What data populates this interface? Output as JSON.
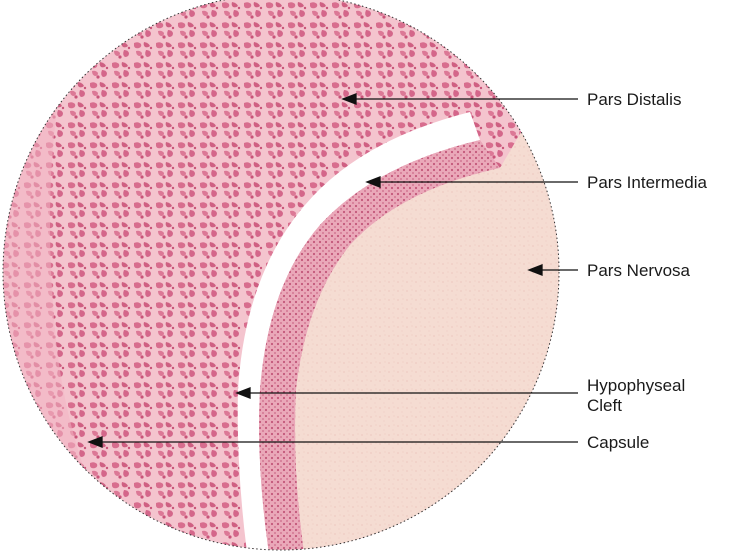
{
  "labels": {
    "pars_distalis": "Pars Distalis",
    "pars_intermedia": "Pars Intermedia",
    "pars_nervosa": "Pars Nervosa",
    "hypophyseal_cleft_line1": "Hypophyseal",
    "hypophyseal_cleft_line2": "Cleft",
    "capsule": "Capsule"
  },
  "colors": {
    "pars_distalis_base": "#f4c4ce",
    "pars_distalis_cells": "#d86d8e",
    "pars_intermedia": "#e28aa3",
    "pars_nervosa": "#f5dcd2",
    "cleft": "#ffffff",
    "capsule": "#efa2b6",
    "outline": "#333333",
    "text": "#1a1a1a"
  }
}
